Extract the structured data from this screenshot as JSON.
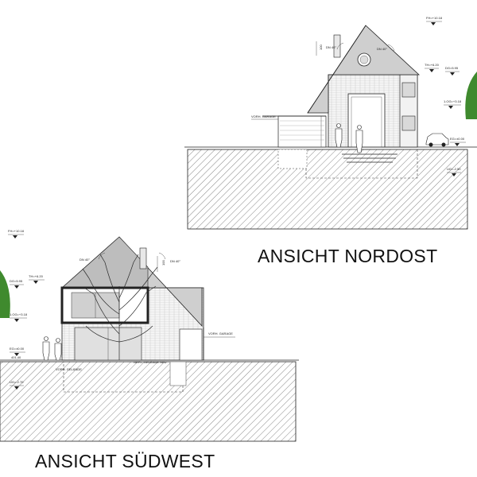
{
  "titles": {
    "nordost": "ANSICHT NORDOST",
    "suedwest": "ANSICHT SÜDWEST"
  },
  "nordost": {
    "fh": "FH=+10.18",
    "th": "TH=+6.20",
    "dg": "DG=5.95",
    "og": "1.OG=+3.18",
    "eg": "EG=±0.00",
    "ug": "UG=-2.50",
    "dn_left": "DN 40°",
    "dn_right": "DN 40°",
    "dim": "100",
    "garage": "VORH. GARAGE"
  },
  "suedwest": {
    "fh": "FH=+10.18",
    "th": "TH=+6.20",
    "dg": "DG=5.95",
    "og": "1.OG=+3.18",
    "eg": "EG=±0.00",
    "eg_abs": "401,40",
    "ug": "UG=-2.70",
    "dn_left": "DN 40°",
    "dn_right": "DN 40°",
    "dim": "100",
    "garage": "VORH. GARAGE",
    "gelaende": "VORH. GELÄNDE",
    "gelaende_neu": "GEPL. GELÄNDE NEU"
  },
  "colors": {
    "roof": "#cfcfcf",
    "hatch": "#555555",
    "tree": "#3f8a2e",
    "ink": "#222222"
  }
}
